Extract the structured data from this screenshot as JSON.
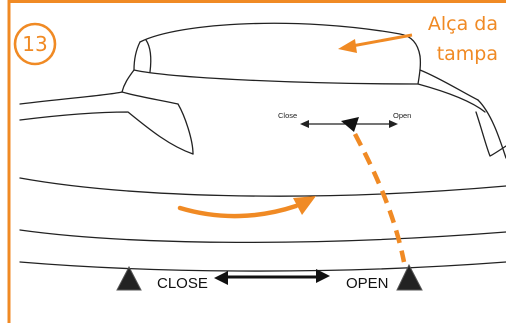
{
  "step": {
    "number": "13"
  },
  "callout": {
    "line1": "Alça da",
    "line2": "tampa"
  },
  "lid_markings": {
    "close": "Close",
    "open": "Open"
  },
  "base_markings": {
    "close": "CLOSE",
    "open": "OPEN"
  },
  "colors": {
    "accent": "#F08A24",
    "ink": "#1a1a1a",
    "line": "#222222",
    "background": "#ffffff"
  },
  "icons": {
    "rotation": "curved-arrow-right",
    "alignment": "dashed-alignment-line",
    "indicator": "triangle-up"
  }
}
